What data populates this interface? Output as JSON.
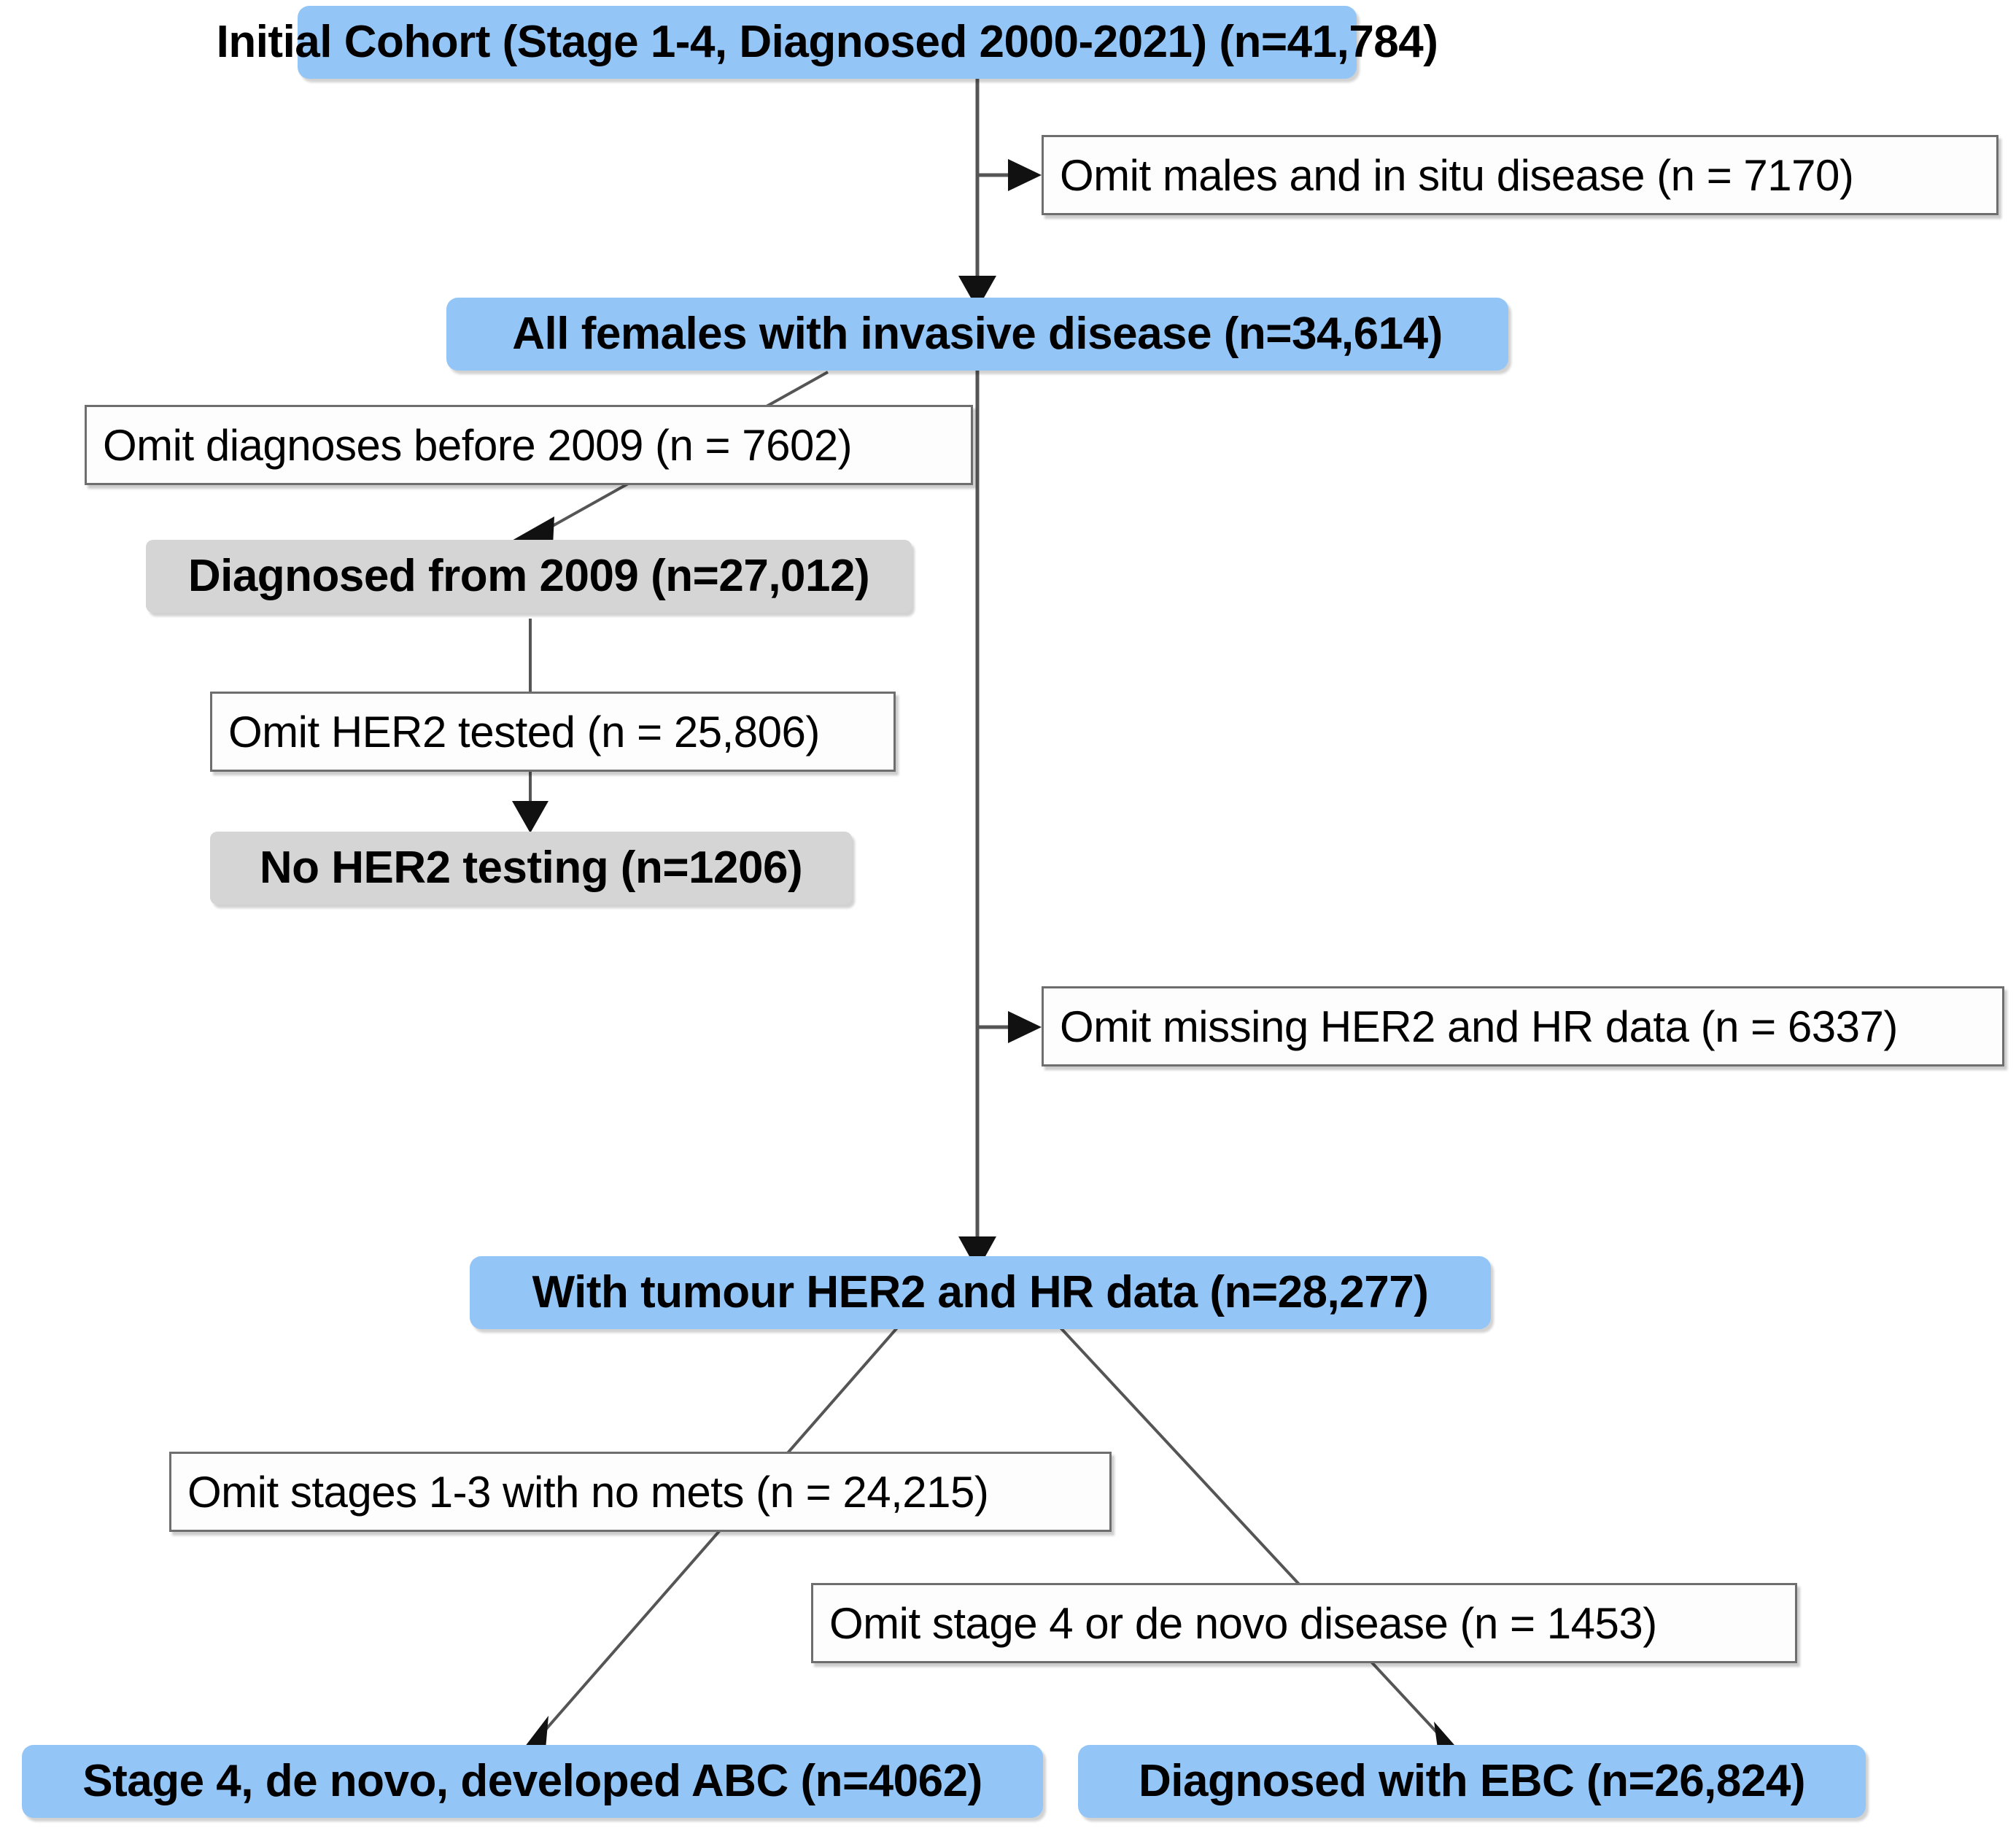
{
  "diagram": {
    "title": "Patient cohort selection flow diagram",
    "colors": {
      "primary_node_fill": "#93C5F7",
      "secondary_node_fill": "#D5D5D5",
      "exclusion_node_fill": "#FDFDFD",
      "exclusion_node_border": "#6E6E6E",
      "edge_color": "#4D4D4D",
      "text_color": "#000000",
      "background": "#FFFFFF"
    },
    "nodes": [
      {
        "id": "initial-cohort",
        "kind": "primary",
        "label": "Initial Cohort (Stage 1-4, Diagnosed 2000-2021) (n=41,784)",
        "n": 41784
      },
      {
        "id": "omit-males-insitu",
        "kind": "exclusion",
        "label": "Omit males and in situ disease (n = 7170)",
        "n": 7170
      },
      {
        "id": "all-females-invasive",
        "kind": "primary",
        "label": "All females with invasive disease (n=34,614)",
        "n": 34614
      },
      {
        "id": "omit-before-2009",
        "kind": "exclusion",
        "label": "Omit diagnoses before 2009 (n = 7602)",
        "n": 7602
      },
      {
        "id": "diagnosed-from-2009",
        "kind": "secondary",
        "label": "Diagnosed from 2009 (n=27,012)",
        "n": 27012
      },
      {
        "id": "omit-her2-tested",
        "kind": "exclusion",
        "label": "Omit HER2 tested (n = 25,806)",
        "n": 25806
      },
      {
        "id": "no-her2-testing",
        "kind": "secondary",
        "label": "No HER2 testing (n=1206)",
        "n": 1206
      },
      {
        "id": "omit-missing-her2-hr",
        "kind": "exclusion",
        "label": "Omit missing HER2 and HR data (n = 6337)",
        "n": 6337
      },
      {
        "id": "with-tumour-her2-hr",
        "kind": "primary",
        "label": "With tumour HER2 and HR data (n=28,277)",
        "n": 28277
      },
      {
        "id": "omit-stages-1-3-no-mets",
        "kind": "exclusion",
        "label": "Omit stages 1-3 with no mets (n = 24,215)",
        "n": 24215
      },
      {
        "id": "omit-stage4-denovo",
        "kind": "exclusion",
        "label": "Omit stage 4 or de novo disease (n = 1453)",
        "n": 1453
      },
      {
        "id": "stage4-denovo-abc",
        "kind": "primary",
        "label": "Stage 4, de novo, developed ABC (n=4062)",
        "n": 4062
      },
      {
        "id": "diagnosed-ebc",
        "kind": "primary",
        "label": "Diagnosed with EBC (n=26,824)",
        "n": 26824
      }
    ],
    "edges": [
      {
        "from": "initial-cohort",
        "to": "omit-males-insitu",
        "style": "elbow-right-arrow"
      },
      {
        "from": "initial-cohort",
        "to": "all-females-invasive",
        "style": "straight-down-arrow"
      },
      {
        "from": "all-females-invasive",
        "to": "diagnosed-from-2009",
        "style": "diagonal-left-arrow"
      },
      {
        "from": "diagnosed-from-2009",
        "to": "no-her2-testing",
        "style": "straight-down-arrow"
      },
      {
        "from": "all-females-invasive",
        "to": "omit-missing-her2-hr",
        "style": "elbow-right-arrow"
      },
      {
        "from": "all-females-invasive",
        "to": "with-tumour-her2-hr",
        "style": "straight-down-arrow"
      },
      {
        "from": "with-tumour-her2-hr",
        "to": "stage4-denovo-abc",
        "style": "diagonal-left-arrow"
      },
      {
        "from": "with-tumour-her2-hr",
        "to": "diagnosed-ebc",
        "style": "diagonal-right-arrow"
      }
    ]
  }
}
